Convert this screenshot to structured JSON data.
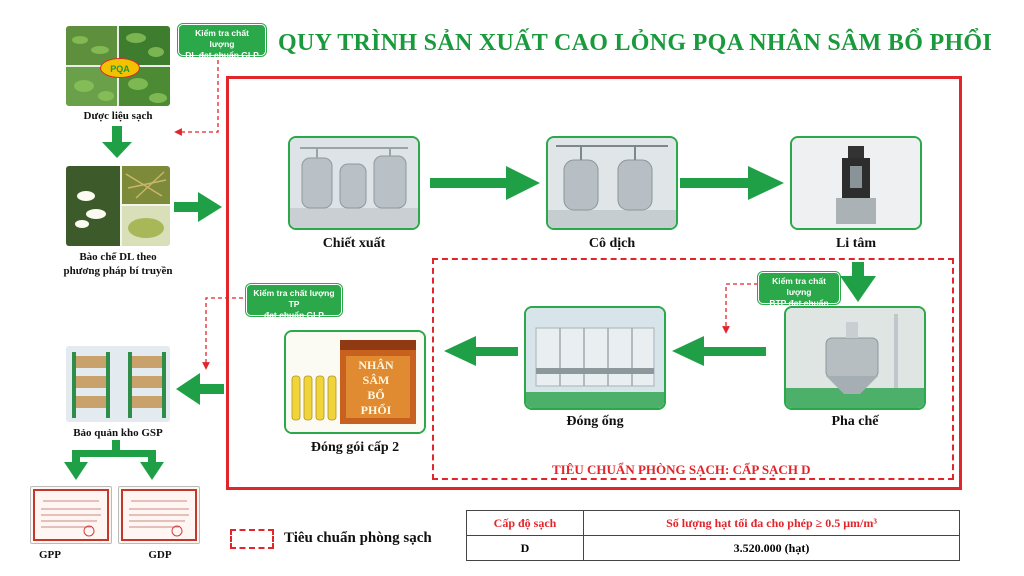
{
  "title": "QUY TRÌNH SẢN XUẤT CAO LỎNG PQA NHÂN SÂM BỔ PHỔI",
  "colors": {
    "green": "#1a9a3c",
    "arrow": "#1fa046",
    "red": "#e1252b"
  },
  "left_column": {
    "raw_material_label": "Dược liệu sạch",
    "logo": "PQA",
    "qc_badge_1": [
      "Kiểm tra chất lượng",
      "DL đạt chuẩn GLP"
    ],
    "prep_label": [
      "Bào chế DL theo",
      "phương pháp bí truyền"
    ],
    "storage_label": "Bảo quản kho GSP",
    "qc_badge_3": [
      "Kiểm tra chất lượng TP",
      "đạt chuẩn GLP"
    ],
    "cert_gpp": "GPP",
    "cert_gdp": "GDP"
  },
  "process": {
    "extraction": "Chiết xuất",
    "concentration": "Cô dịch",
    "centrifuge": "Li tâm",
    "qc_badge_2": [
      "Kiểm tra chất lượng",
      "BTP đạt chuẩn GLP"
    ],
    "mixing": "Pha chế",
    "ampoule_filling": "Đóng ống",
    "packaging": "Đóng gói cấp 2",
    "product_text": [
      "NHÂN",
      "SÂM",
      "BỔ",
      "PHỔI"
    ],
    "cleanroom_caption": "TIÊU CHUẨN PHÒNG SẠCH: CẤP SẠCH D"
  },
  "legend": {
    "label": "Tiêu chuẩn phòng sạch"
  },
  "table": {
    "headers": [
      "Cấp độ sạch",
      "Số lượng hạt tối đa cho phép ≥ 0.5 μm/m³"
    ],
    "row": [
      "D",
      "3.520.000 (hạt)"
    ]
  }
}
